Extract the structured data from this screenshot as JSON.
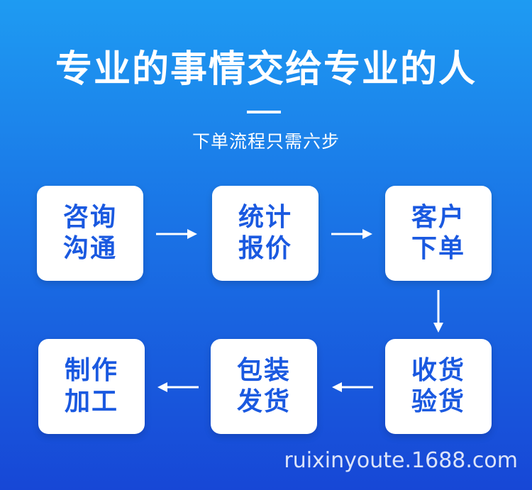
{
  "title": "专业的事情交给专业的人",
  "subtitle": "下单流程只需六步",
  "steps": [
    {
      "line1": "咨询",
      "line2": "沟通"
    },
    {
      "line1": "统计",
      "line2": "报价"
    },
    {
      "line1": "客户",
      "line2": "下单"
    },
    {
      "line1": "收货",
      "line2": "验货"
    },
    {
      "line1": "包装",
      "line2": "发货"
    },
    {
      "line1": "制作",
      "line2": "加工"
    }
  ],
  "watermark": "ruixinyoute.1688.com",
  "colors": {
    "accent": "#1a59e0",
    "background_top": "#1e9bf2",
    "background_bottom": "#1747d6"
  }
}
